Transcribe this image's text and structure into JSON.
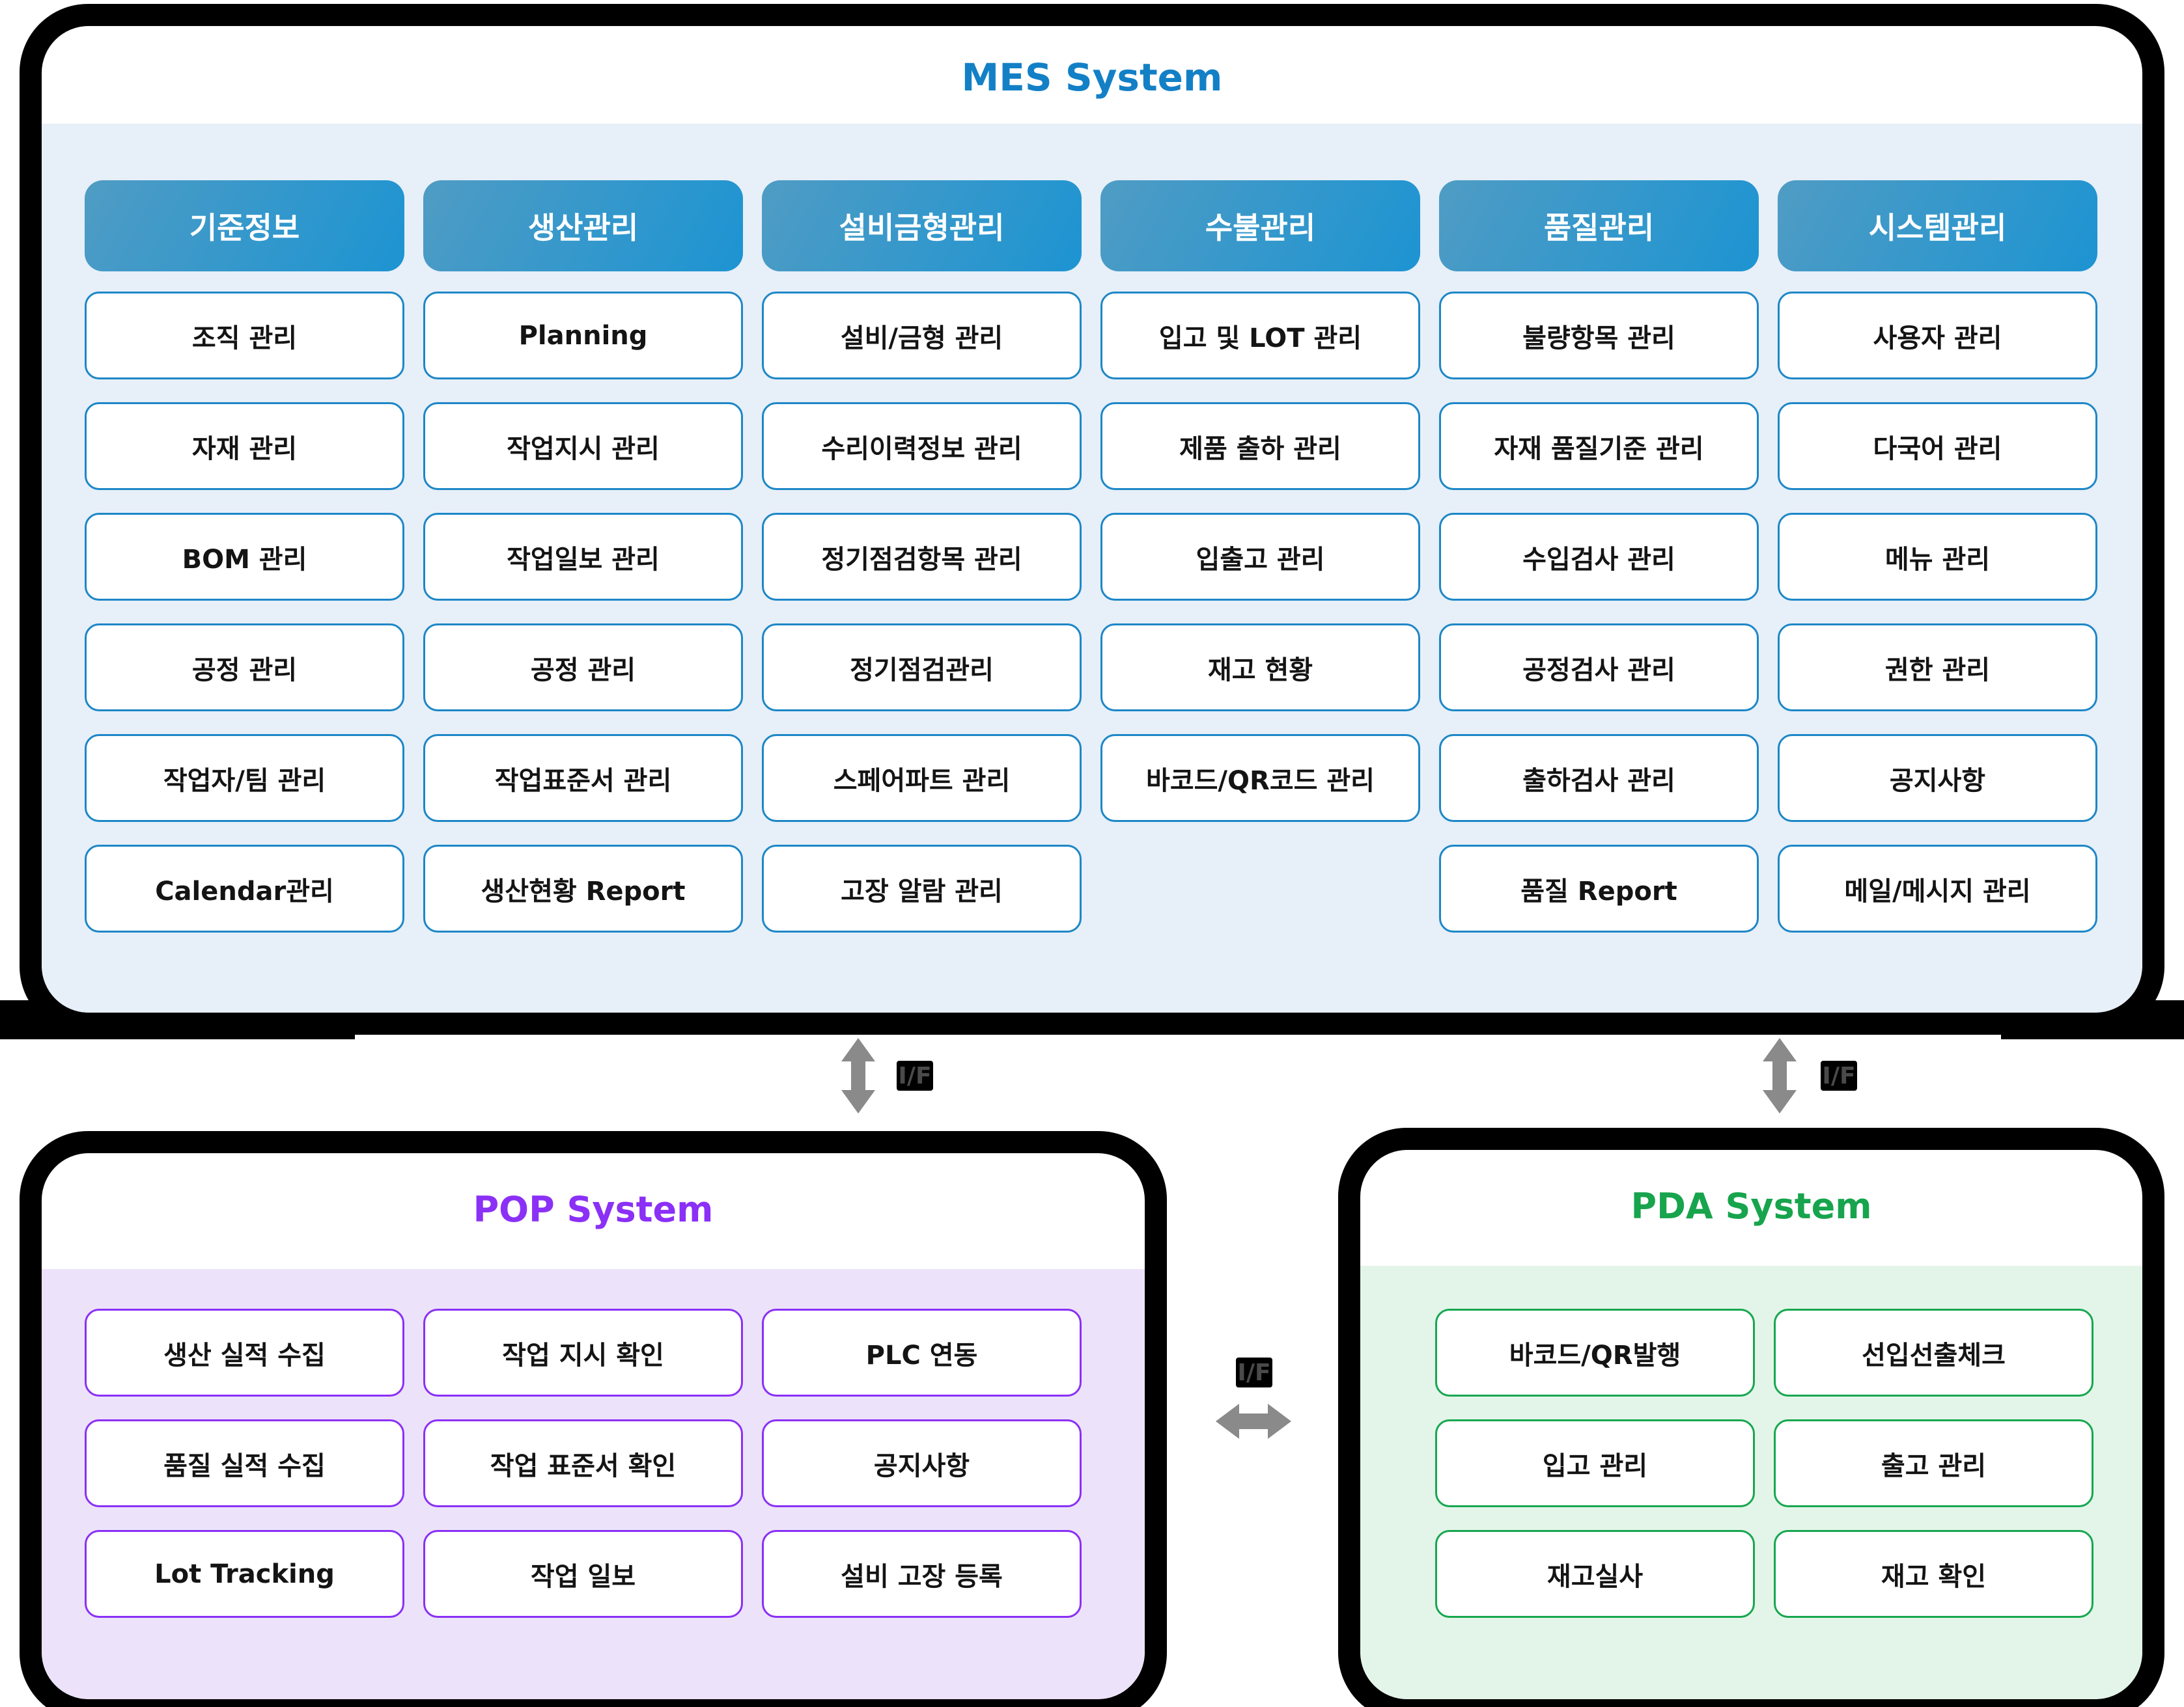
{
  "mes": {
    "title": "MES System",
    "columns": [
      {
        "header": "기준정보",
        "items": [
          "조직 관리",
          "자재 관리",
          "BOM 관리",
          "공정 관리",
          "작업자/팀 관리",
          "Calendar관리"
        ]
      },
      {
        "header": "생산관리",
        "items": [
          "Planning",
          "작업지시 관리",
          "작업일보 관리",
          "공정 관리",
          "작업표준서 관리",
          "생산현황 Report"
        ]
      },
      {
        "header": "설비금형관리",
        "items": [
          "설비/금형 관리",
          "수리이력정보 관리",
          "정기점검항목 관리",
          "정기점검관리",
          "스페어파트 관리",
          "고장 알람 관리"
        ]
      },
      {
        "header": "수불관리",
        "items": [
          "입고 및 LOT 관리",
          "제품 출하 관리",
          "입출고 관리",
          "재고 현황",
          "바코드/QR코드 관리"
        ]
      },
      {
        "header": "품질관리",
        "items": [
          "불량항목 관리",
          "자재 품질기준 관리",
          "수입검사 관리",
          "공정검사 관리",
          "출하검사 관리",
          "품질 Report"
        ]
      },
      {
        "header": "시스템관리",
        "items": [
          "사용자 관리",
          "다국어 관리",
          "메뉴 관리",
          "권한 관리",
          "공지사항",
          "메일/메시지 관리"
        ]
      }
    ]
  },
  "pop": {
    "title": "POP System",
    "items": [
      "생산 실적 수집",
      "작업 지시 확인",
      "PLC 연동",
      "품질 실적 수집",
      "작업 표준서 확인",
      "공지사항",
      "Lot Tracking",
      "작업 일보",
      "설비 고장 등록"
    ]
  },
  "pda": {
    "title": "PDA System",
    "items": [
      "바코드/QR발행",
      "선입선출체크",
      "입고 관리",
      "출고 관리",
      "재고실사",
      "재고 확인"
    ]
  },
  "interfaces": {
    "mes_pop_label": "I/F",
    "mes_pda_label": "I/F",
    "pop_pda_label": "I/F"
  },
  "colors": {
    "frame": "#000000",
    "mes_title": "#1380c6",
    "mes_header_grad_start": "#4f9cc4",
    "mes_header_grad_end": "#1d94d2",
    "mes_tile_border": "#1d87c7",
    "mes_body_bg": "#e7eff8",
    "pop_title": "#8b30f6",
    "pop_tile_border": "#8b30f6",
    "pop_body_bg": "#ece3fa",
    "pda_title": "#17a44d",
    "pda_tile_border": "#17a750",
    "pda_body_bg": "#e3f5e9",
    "arrow": "#8a8a8a",
    "if_badge_bg": "#000000",
    "if_badge_text": "#4a4a4a"
  }
}
